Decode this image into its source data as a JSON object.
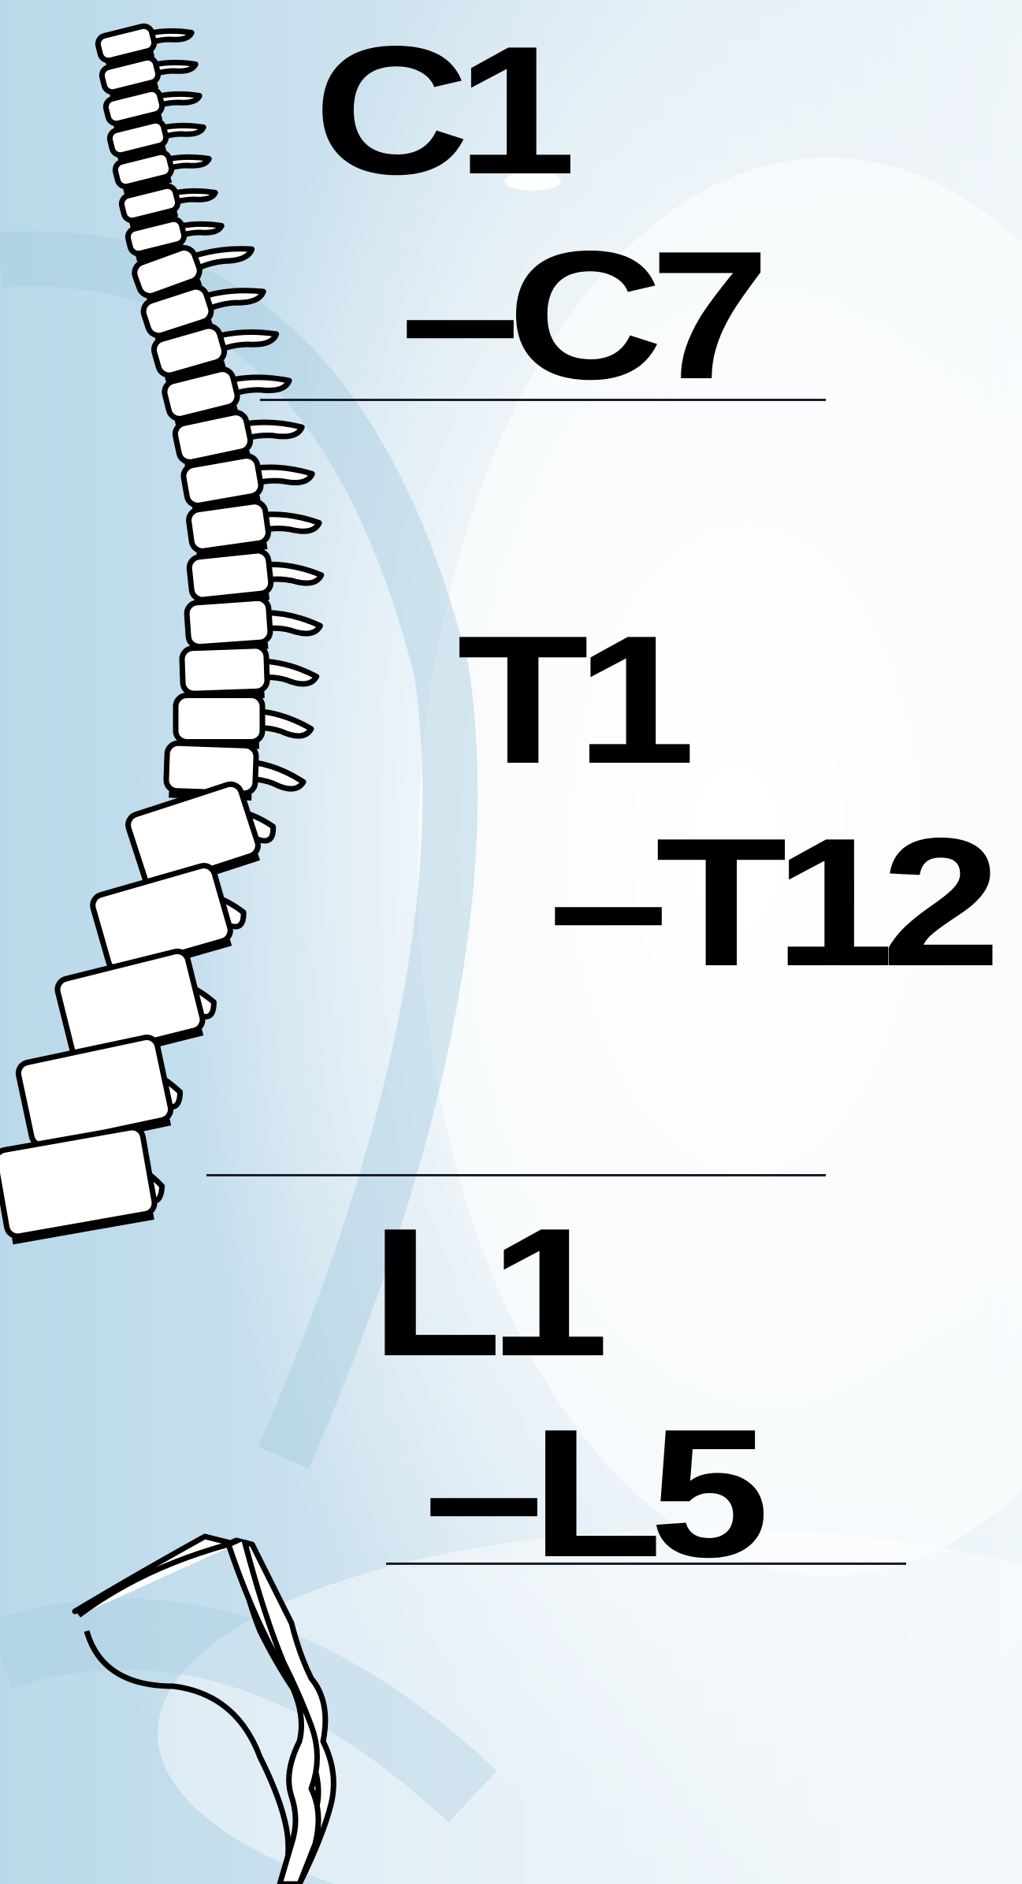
{
  "regions": {
    "cervical": {
      "start": "C1",
      "end": "–C7"
    },
    "thoracic": {
      "start": "T1",
      "end": "–T12"
    },
    "lumbar": {
      "start": "L1",
      "end": "–L5"
    }
  },
  "colors": {
    "background_light": "#f4f8fb",
    "background_blue": "#a9cfe3",
    "text": "#000000",
    "divider": "#1a1d2a",
    "bone_fill": "#ffffff",
    "bone_outline": "#000000"
  },
  "illustration": "spine-side-view"
}
